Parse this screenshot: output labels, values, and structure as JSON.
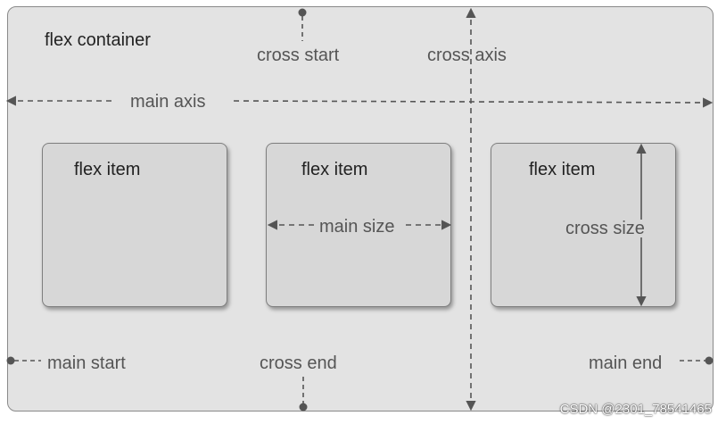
{
  "diagram": {
    "container_label": "flex container",
    "axes": {
      "main_axis": "main axis",
      "cross_axis": "cross axis"
    },
    "items": [
      {
        "label": "flex item"
      },
      {
        "label": "flex item",
        "dimension_label": "main size"
      },
      {
        "label": "flex item",
        "dimension_label": "cross size"
      }
    ],
    "edges": {
      "cross_start": "cross start",
      "cross_end": "cross end",
      "main_start": "main start",
      "main_end": "main end"
    }
  },
  "watermark": "CSDN @2301_78541465",
  "colors": {
    "container_fill": "#e3e3e3",
    "item_fill": "#d7d7d7",
    "line": "#555555",
    "label": "#555555"
  }
}
